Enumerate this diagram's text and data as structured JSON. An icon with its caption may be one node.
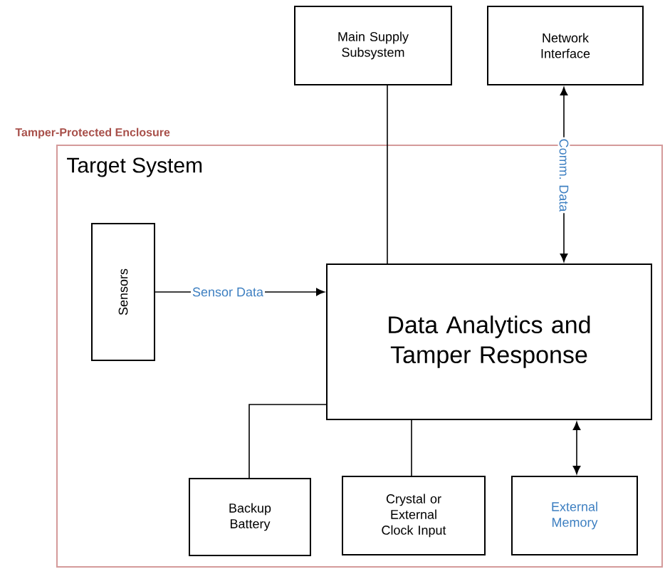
{
  "diagram": {
    "nodes": [
      {
        "text": [
          "Tamper-Protected Enclosure",
          "Target System"
        ]
      },
      {
        "text": [
          "Main Supply Subsystem"
        ]
      },
      {
        "text": [
          "Network Interface"
        ]
      },
      {
        "text": [
          "Sensors"
        ],
        "in": 0
      },
      {
        "text": [
          "Data Analytics and Tamper Response"
        ],
        "in": 0
      },
      {
        "text": [
          "Backup Battery"
        ],
        "in": 0
      },
      {
        "text": [
          "Crystal or External Clock Input"
        ],
        "in": 0
      },
      {
        "text": [
          "External Memory"
        ],
        "in": 0
      }
    ],
    "edges": [
      {
        "from": 1,
        "to": 4,
        "arrow": "none"
      },
      {
        "from": 2,
        "to": 4,
        "arrow": "both",
        "label": "Comm. Data"
      },
      {
        "from": 3,
        "to": 4,
        "arrow": "to",
        "label": "Sensor Data"
      },
      {
        "from": 5,
        "to": 4,
        "arrow": "none"
      },
      {
        "from": 6,
        "to": 4,
        "arrow": "none"
      },
      {
        "from": 7,
        "to": 4,
        "arrow": "both"
      }
    ]
  }
}
